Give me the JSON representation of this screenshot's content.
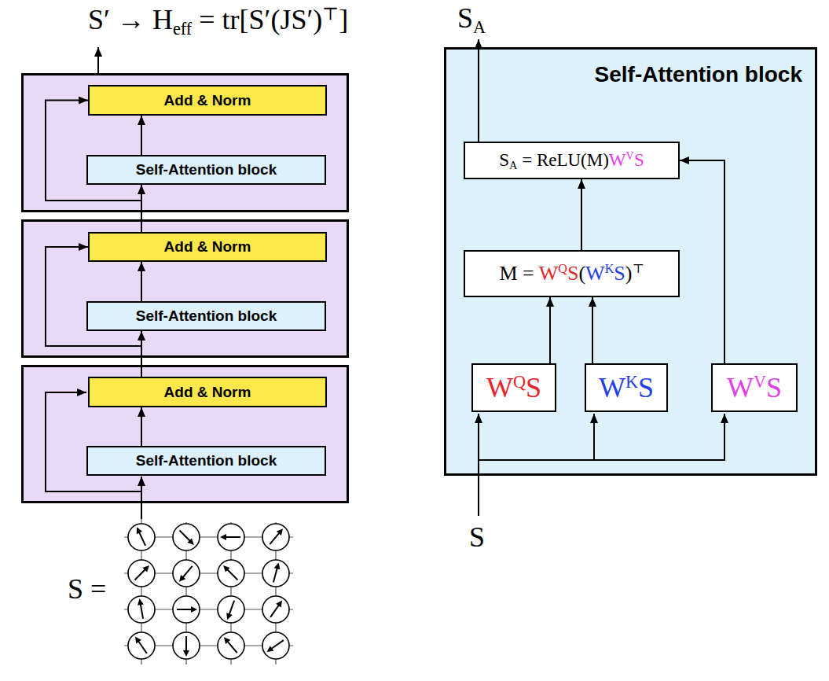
{
  "diagram": {
    "nodes": [
      {
        "text": []
      },
      {
        "text": [
          "Add & Norm"
        ],
        "in": 0
      },
      {
        "text": [
          "Self-Attention block"
        ],
        "in": 0
      },
      {
        "text": []
      },
      {
        "text": [
          "Add & Norm"
        ],
        "in": 3
      },
      {
        "text": [
          "Self-Attention block"
        ],
        "in": 3
      },
      {
        "text": []
      },
      {
        "text": [
          "Add & Norm"
        ],
        "in": 6
      },
      {
        "text": [
          "Self-Attention block"
        ],
        "in": 6
      },
      {
        "text": [
          "Self-Attention block"
        ]
      },
      {
        "text": [
          "SA = ReLU(M)WVS"
        ],
        "in": 9
      },
      {
        "text": [
          "M = WQS(WKS)⊤"
        ],
        "in": 9
      },
      {
        "text": [
          "WQS"
        ],
        "in": 9
      },
      {
        "text": [
          "WKS"
        ],
        "in": 9
      },
      {
        "text": [
          "WVS"
        ],
        "in": 9
      }
    ],
    "edges": [
      {
        "from": 8,
        "to": 7,
        "arrow": "to"
      },
      {
        "from": 5,
        "to": 4,
        "arrow": "to"
      },
      {
        "from": 2,
        "to": 1,
        "arrow": "to"
      },
      {
        "from": 7,
        "to": 5,
        "arrow": "to"
      },
      {
        "from": 7,
        "to": 4,
        "arrow": "to"
      },
      {
        "from": 4,
        "to": 2,
        "arrow": "to"
      },
      {
        "from": 4,
        "to": 1,
        "arrow": "to"
      },
      {
        "from": 12,
        "to": 11,
        "arrow": "to"
      },
      {
        "from": 13,
        "to": 11,
        "arrow": "to"
      },
      {
        "from": 11,
        "to": 10,
        "arrow": "to"
      },
      {
        "from": 14,
        "to": 10,
        "arrow": "to"
      }
    ],
    "labels": [
      "S′ → Heff = tr[S′(JS′)⊤]",
      "SA",
      "S =",
      "S"
    ]
  }
}
